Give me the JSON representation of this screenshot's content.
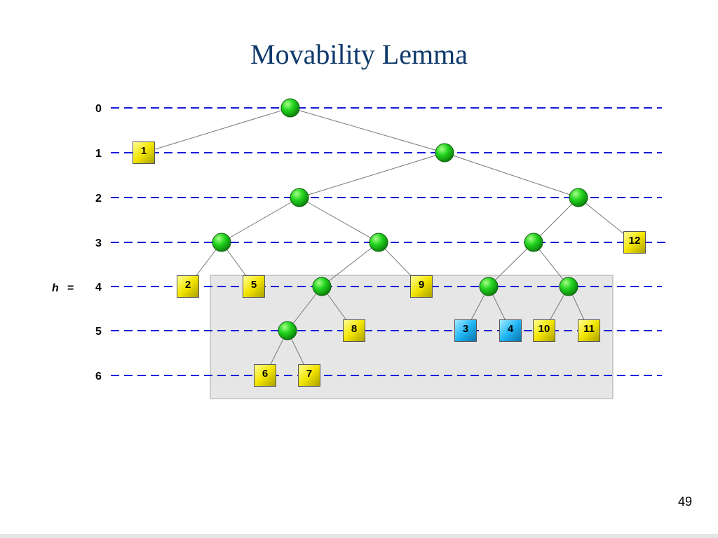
{
  "slide": {
    "title": "Movability Lemma",
    "page_number": "49",
    "h_label": "h",
    "equals_label": "="
  },
  "colors": {
    "title": "#0f3a6b",
    "level_line": "#1a1adb",
    "node_green": "#16c816",
    "leaf_yellow": "#f2e400",
    "leaf_cyan": "#1fb6f5",
    "shaded_region": "#e6e6e6",
    "edge": "#777777"
  },
  "levels": [
    "0",
    "1",
    "2",
    "3",
    "4",
    "5",
    "6"
  ],
  "marked_level": "4",
  "internal_nodes": [
    {
      "id": "root",
      "level": 0
    },
    {
      "id": "n1",
      "level": 1
    },
    {
      "id": "n2L",
      "level": 2
    },
    {
      "id": "n2R",
      "level": 2
    },
    {
      "id": "n3a",
      "level": 3
    },
    {
      "id": "n3b",
      "level": 3
    },
    {
      "id": "n3c",
      "level": 3
    },
    {
      "id": "n4a",
      "level": 4
    },
    {
      "id": "n4b",
      "level": 4
    },
    {
      "id": "n4c",
      "level": 4
    },
    {
      "id": "n5a",
      "level": 5
    }
  ],
  "leaves": [
    {
      "id": "L1",
      "label": "1",
      "level": 1,
      "color": "yellow"
    },
    {
      "id": "L2",
      "label": "2",
      "level": 4,
      "color": "yellow"
    },
    {
      "id": "L5",
      "label": "5",
      "level": 4,
      "color": "yellow"
    },
    {
      "id": "L9",
      "label": "9",
      "level": 4,
      "color": "yellow"
    },
    {
      "id": "L12",
      "label": "12",
      "level": 3,
      "color": "yellow"
    },
    {
      "id": "L8",
      "label": "8",
      "level": 5,
      "color": "yellow"
    },
    {
      "id": "L3",
      "label": "3",
      "level": 5,
      "color": "cyan"
    },
    {
      "id": "L4",
      "label": "4",
      "level": 5,
      "color": "cyan"
    },
    {
      "id": "L10",
      "label": "10",
      "level": 5,
      "color": "yellow"
    },
    {
      "id": "L11",
      "label": "11",
      "level": 5,
      "color": "yellow"
    },
    {
      "id": "L6",
      "label": "6",
      "level": 6,
      "color": "yellow"
    },
    {
      "id": "L7",
      "label": "7",
      "level": 6,
      "color": "yellow"
    }
  ],
  "edges": [
    [
      "root",
      "L1"
    ],
    [
      "root",
      "n1"
    ],
    [
      "n1",
      "n2L"
    ],
    [
      "n1",
      "n2R"
    ],
    [
      "n2L",
      "n3a"
    ],
    [
      "n2L",
      "n3b"
    ],
    [
      "n2R",
      "n3c"
    ],
    [
      "n2R",
      "L12"
    ],
    [
      "n3a",
      "L2"
    ],
    [
      "n3a",
      "L5"
    ],
    [
      "n3b",
      "n4a"
    ],
    [
      "n3b",
      "L9"
    ],
    [
      "n3c",
      "n4b"
    ],
    [
      "n3c",
      "n4c"
    ],
    [
      "n4a",
      "n5a"
    ],
    [
      "n4a",
      "L8"
    ],
    [
      "n4b",
      "L3"
    ],
    [
      "n4b",
      "L4"
    ],
    [
      "n4c",
      "L10"
    ],
    [
      "n4c",
      "L11"
    ],
    [
      "n5a",
      "L6"
    ],
    [
      "n5a",
      "L7"
    ]
  ]
}
